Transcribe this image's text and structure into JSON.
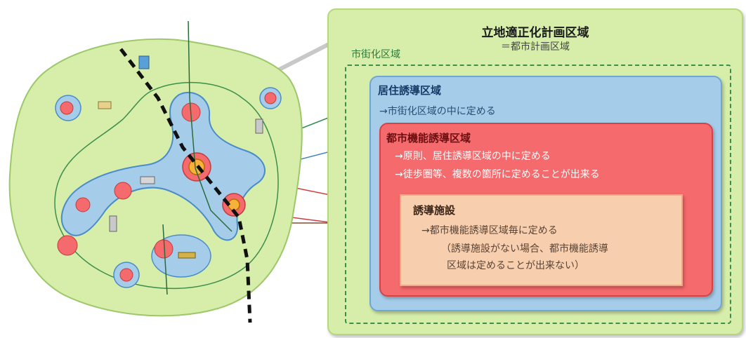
{
  "map": {
    "colors": {
      "plan_area": "#d6eeaa",
      "residential": "#a5cdea",
      "function": "#f56a6c",
      "facility": "#f8cfae",
      "urban_boundary": "#3d8d4c"
    }
  },
  "legend": {
    "plan_area": {
      "title": "立地適正化計画区域",
      "subtitle": "＝都市計画区域"
    },
    "urban_area": {
      "title": "市街化区域"
    },
    "residential_area": {
      "title": "居住誘導区域",
      "note": "→市街化区域の中に定める"
    },
    "function_area": {
      "title": "都市機能誘導区域",
      "note_1": "→原則、居住誘導区域の中に定める",
      "note_2": "→徒歩圏等、複数の箇所に定めることが出来る"
    },
    "facility": {
      "title": "誘導施設",
      "note_1": "→都市機能誘導区域毎に定める",
      "note_2": "（誘導施設がない場合、都市機能誘導",
      "note_3": "区域は定めることが出来ない）"
    }
  }
}
